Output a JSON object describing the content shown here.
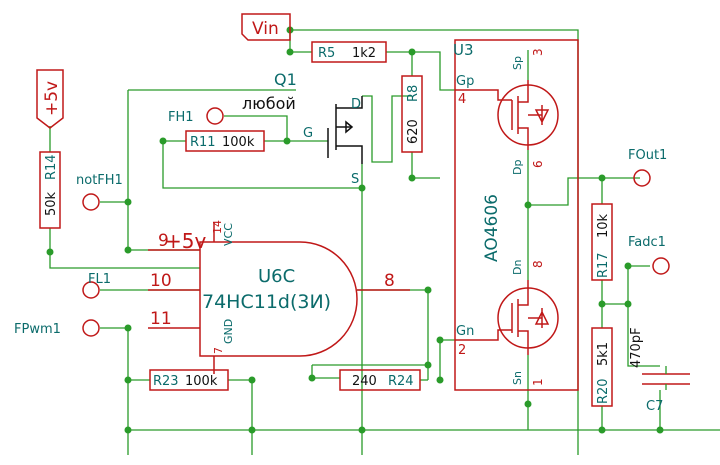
{
  "power": {
    "vin": "Vin",
    "plus5v": "+5v"
  },
  "u3": {
    "ref": "U3",
    "part": "AO4606",
    "sp": "Sp",
    "gp": "Gp",
    "dp": "Dp",
    "dn": "Dn",
    "gn": "Gn",
    "sn": "Sn",
    "pin3": "3",
    "pin4": "4",
    "pin6": "6",
    "pin8": "8",
    "pin2": "2",
    "pin1": "1"
  },
  "u6": {
    "ref": "U6C",
    "part": "74HC11d(3И)",
    "pin9": "9",
    "pin10": "10",
    "pin11": "11",
    "pin8": "8",
    "pin14": "14",
    "vcc": "VCC",
    "gnd": "GND",
    "pin7": "7"
  },
  "q1": {
    "ref": "Q1",
    "value": "любой",
    "d": "D",
    "g": "G",
    "s": "S"
  },
  "resistors": {
    "r5": {
      "ref": "R5",
      "value": "1k2"
    },
    "r8": {
      "ref": "R8",
      "value": "620"
    },
    "r11": {
      "ref": "R11",
      "value": "100k"
    },
    "r14": {
      "ref": "R14",
      "value": "50k"
    },
    "r17": {
      "ref": "R17",
      "value": "10k"
    },
    "r20": {
      "ref": "R20",
      "value": "5k1"
    },
    "r23": {
      "ref": "R23",
      "value": "100k"
    },
    "r24": {
      "ref": "R24",
      "value": "240"
    }
  },
  "c7": {
    "ref": "C7",
    "value": "470pF"
  },
  "labels": {
    "fh1": "FH1",
    "notfh1": "notFH1",
    "fl1": "FL1",
    "fpwm1": "FPwm1",
    "fout1": "FOut1",
    "fadc1": "Fadc1"
  }
}
